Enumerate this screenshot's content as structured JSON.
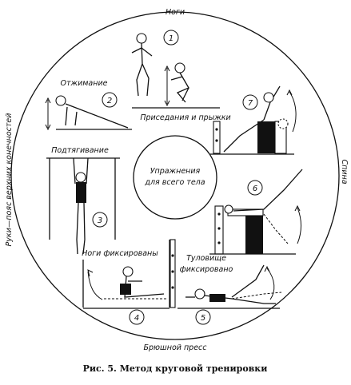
{
  "labels": {
    "top": "Ноги",
    "bottom": "Брюшной пресс",
    "left": "Руки—пояс верхних конечностей",
    "right": "Спина",
    "center_line1": "Упражнения",
    "center_line2": "для всего тела",
    "caption": "Рис. 5. Метод круговой тренировки"
  },
  "stations": [
    {
      "number": "1",
      "label": "Приседания и прыжки"
    },
    {
      "number": "2",
      "label": "Отжимание"
    },
    {
      "number": "3",
      "label": "Подтягивание"
    },
    {
      "number": "4",
      "label": "Ноги фиксированы"
    },
    {
      "number": "5",
      "label_line1": "Туловище",
      "label_line2": "фиксировано"
    },
    {
      "number": "6"
    },
    {
      "number": "7"
    }
  ]
}
